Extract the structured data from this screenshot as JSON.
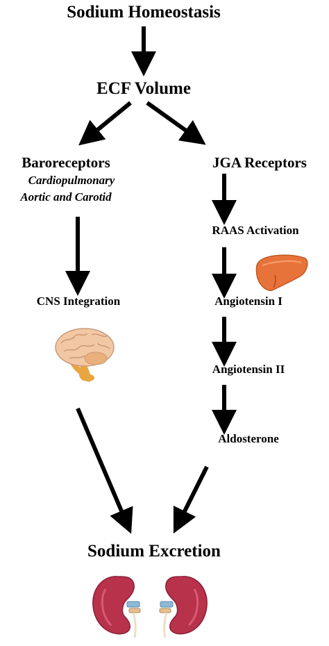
{
  "title": "Sodium Homeostasis",
  "nodes": {
    "ecf_volume": "ECF Volume",
    "baroreceptors": "Baroreceptors",
    "baro_sub1": "Cardiopulmonary",
    "baro_sub2": "Aortic and Carotid",
    "jga_receptors": "JGA Receptors",
    "raas_activation": "RAAS Activation",
    "cns_integration": "CNS Integration",
    "angiotensin_1": "Angiotensin I",
    "angiotensin_2": "Angiotensin II",
    "aldosterone": "Aldosterone",
    "sodium_excretion": "Sodium Excretion"
  },
  "icons": {
    "brain": "brain-icon",
    "liver": "liver-icon",
    "kidneys": "kidneys-icon"
  },
  "colors": {
    "arrow": "#000000",
    "liver": "#e8733a",
    "brain": "#f2c8a4",
    "brain_stem": "#e8a640",
    "kidney": "#b8324c",
    "ureter": "#8fb8d6"
  }
}
